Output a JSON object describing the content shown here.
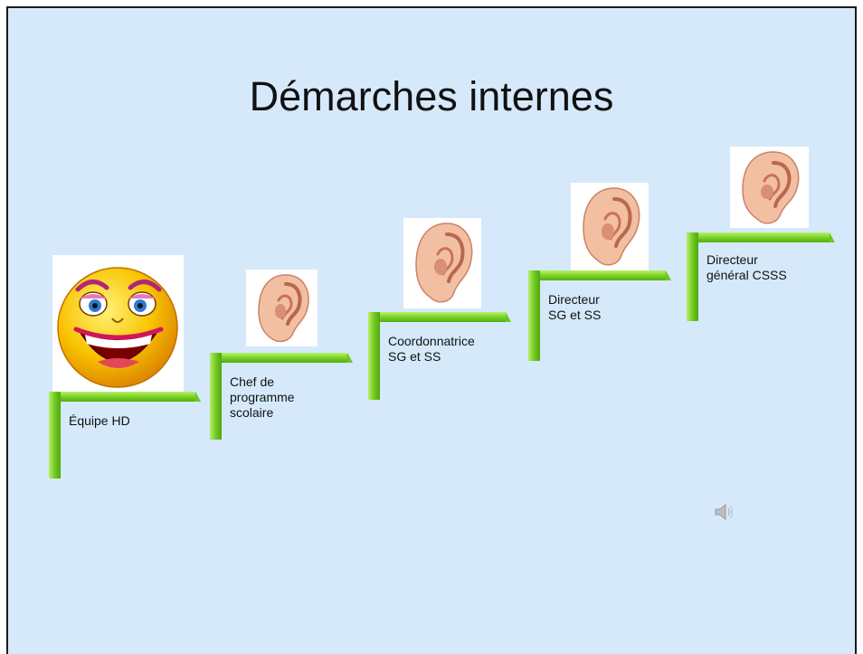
{
  "slide": {
    "title": "Démarches internes"
  },
  "steps": [
    {
      "label": "Équipe HD",
      "image": "smiley-face-icon"
    },
    {
      "label": "Chef de\nprogramme\nscolaire",
      "image": "ear-icon"
    },
    {
      "label": "Coordonnatrice\nSG et SS",
      "image": "ear-icon"
    },
    {
      "label": "Directeur\nSG et SS",
      "image": "ear-icon"
    },
    {
      "label": "Directeur\ngénéral CSSS",
      "image": "ear-icon"
    }
  ],
  "icons": {
    "speaker": "speaker-icon"
  },
  "colors": {
    "background": "#d5e9fa",
    "step_green": "#76cf23",
    "ear": "#f3bfa3",
    "smiley": "#f9c400"
  }
}
